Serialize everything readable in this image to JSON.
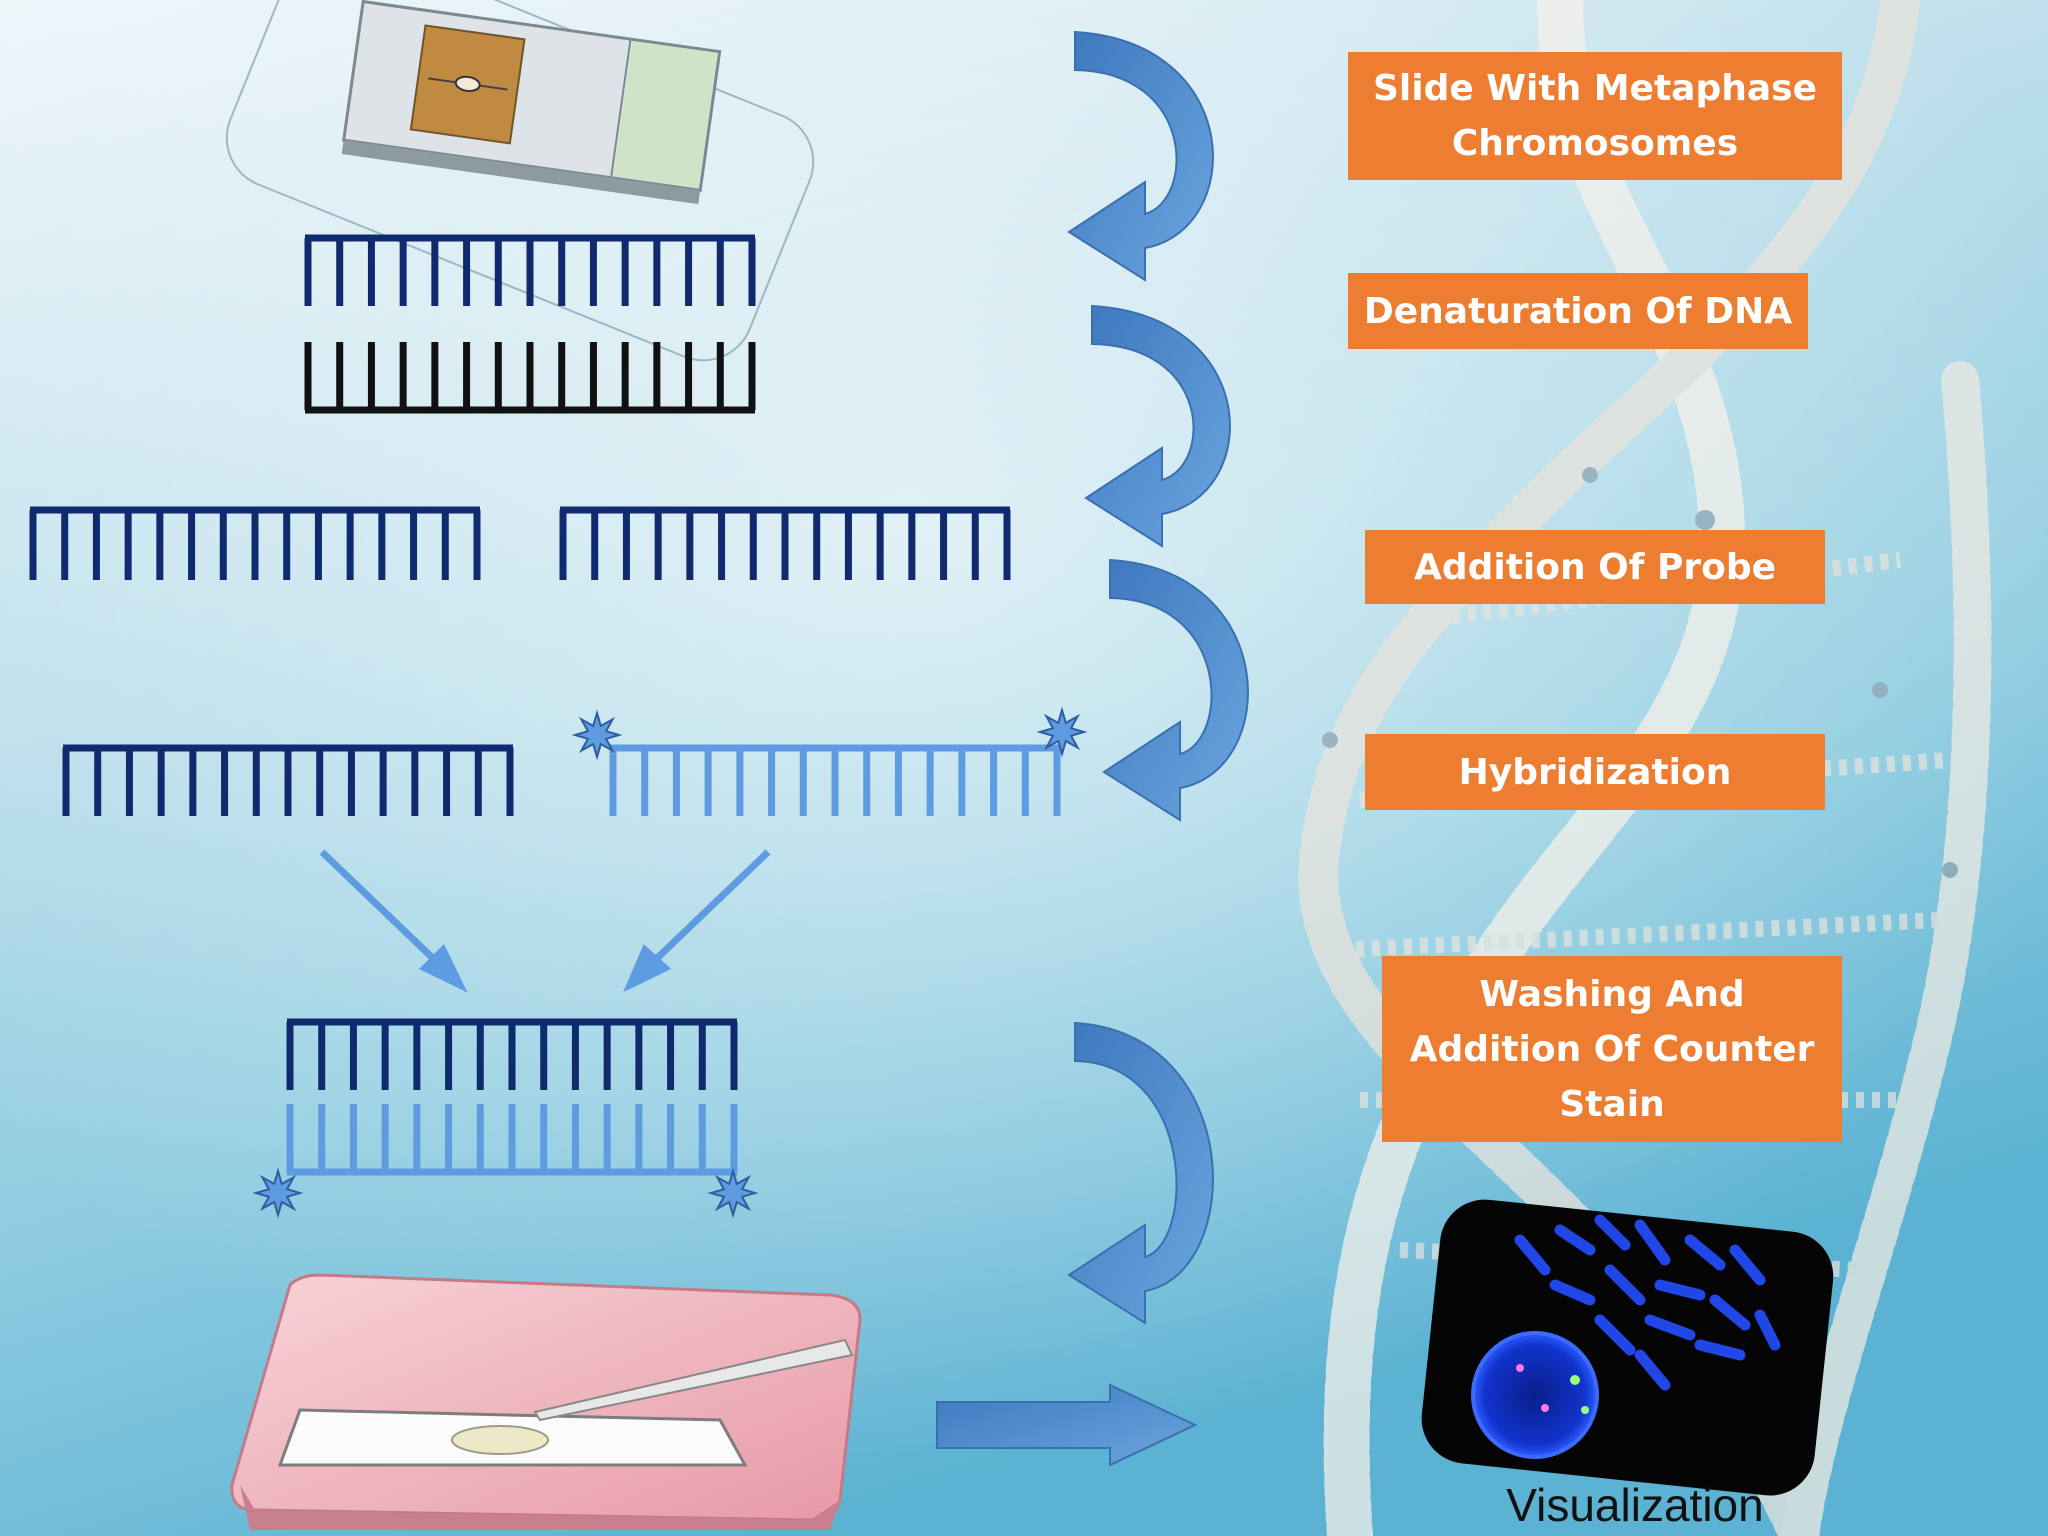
{
  "steps": [
    {
      "label": "Slide With Metaphase Chromosomes"
    },
    {
      "label": "Denaturation Of DNA"
    },
    {
      "label": "Addition Of Probe"
    },
    {
      "label": "Hybridization"
    },
    {
      "label": "Washing And Addition Of Counter Stain"
    }
  ],
  "visualization_label": "Visualization",
  "colors": {
    "step_box": "#ED7D31",
    "dna_strand": "#0F2A6E",
    "probe_strand": "#5E9BE0",
    "arrow": "#4F8CCB",
    "background_top": "#E6F2F7",
    "background_bottom": "#5FB4D3"
  },
  "icons": [
    "microscope-slide-icon",
    "pipette-icon",
    "fluorescence-image-icon",
    "fluorophore-star-icon",
    "curved-arrow-icon",
    "dna-helix-background"
  ]
}
